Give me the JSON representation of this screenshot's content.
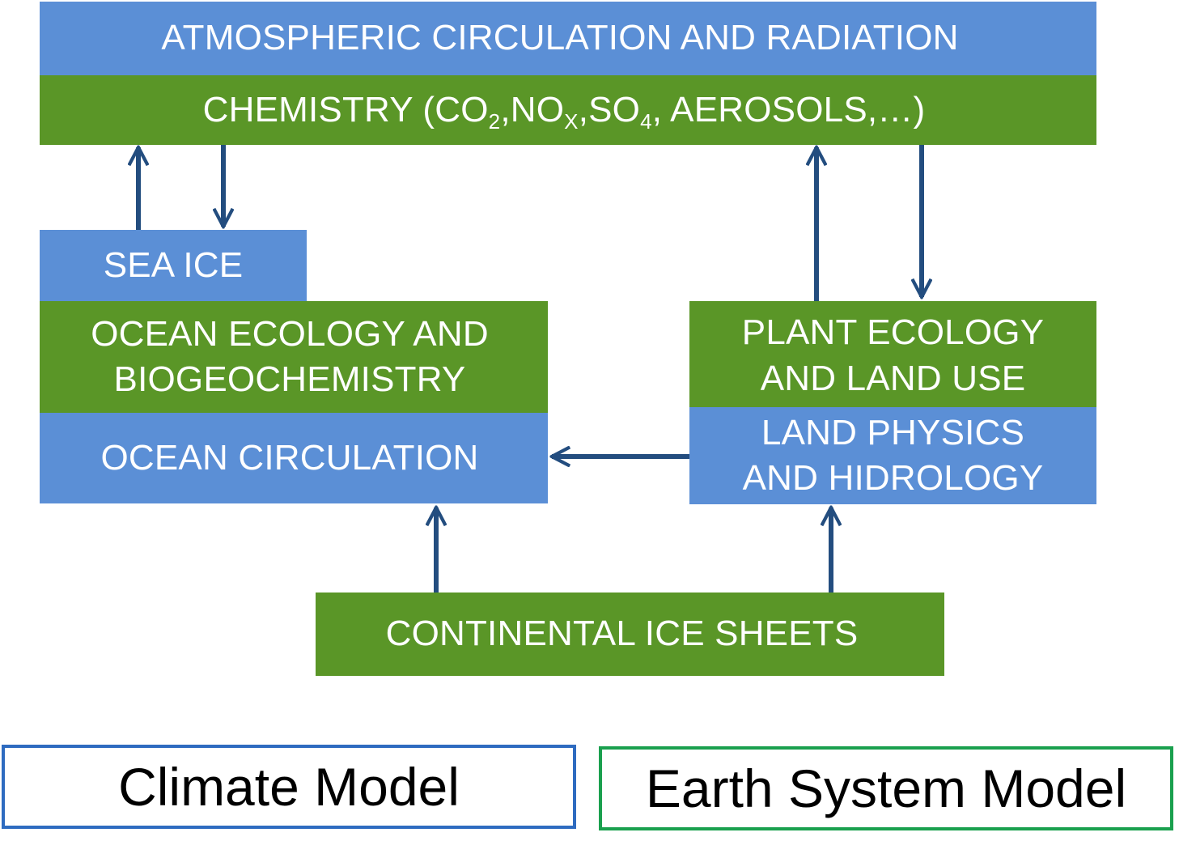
{
  "diagram": {
    "title": "Climate model vs Earth system model components",
    "boxes": {
      "atmosphere": {
        "text": "ATMOSPHERIC CIRCULATION AND RADIATION"
      },
      "chemistry": {
        "text_prefix": "CHEMISTRY (CO",
        "co2_sub": "2",
        "text_no": ",NO",
        "nox_sub": "X",
        "text_so": ",SO",
        "so4_sub": "4",
        "text_suffix": ", AEROSOLS,…)"
      },
      "sea_ice": {
        "text": "SEA ICE"
      },
      "ocean_ecology": {
        "line1": "OCEAN ECOLOGY AND",
        "line2": "BIOGEOCHEMISTRY"
      },
      "ocean_circulation": {
        "text": "OCEAN CIRCULATION"
      },
      "plant_ecology": {
        "line1": "PLANT ECOLOGY",
        "line2": "AND LAND USE"
      },
      "land_physics": {
        "line1": "LAND PHYSICS",
        "line2": "AND HIDROLOGY"
      },
      "ice_sheets": {
        "text": "CONTINENTAL ICE SHEETS"
      }
    },
    "colors": {
      "climate_model": "#5b8fd6",
      "earth_system_model": "#5a9627",
      "arrow": "#234d7f",
      "climate_legend_border": "#2e6bc0",
      "esm_legend_border": "#1aa04e"
    }
  },
  "legend": {
    "climate_model": "Climate Model",
    "earth_system_model": "Earth System Model"
  }
}
